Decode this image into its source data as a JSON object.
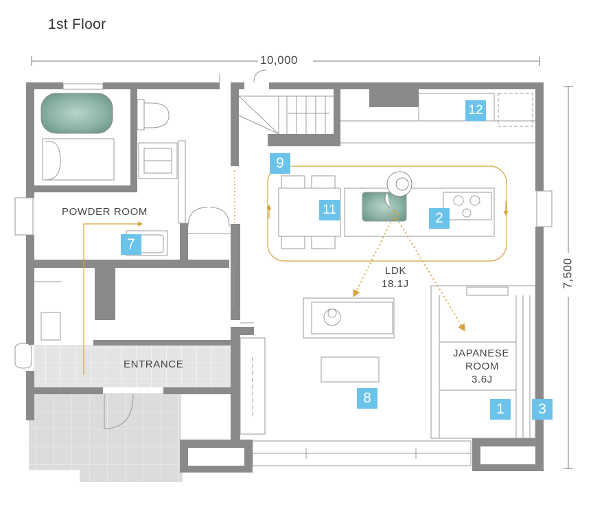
{
  "title": "1st Floor",
  "dimensions": {
    "width": "10,000",
    "depth": "7,500"
  },
  "rooms": {
    "powder_room": "POWDER ROOM",
    "entrance": "ENTRANCE",
    "ldk_name": "LDK",
    "ldk_size": "18.1J",
    "japanese_name_1": "JAPANESE",
    "japanese_name_2": "ROOM",
    "japanese_size": "3.6J"
  },
  "badges": [
    "1",
    "2",
    "3",
    "7",
    "8",
    "9",
    "11",
    "12"
  ],
  "colors": {
    "wall": "#888888",
    "badge": "#6cc3ea",
    "flow_arrow": "#d6a33c",
    "tile": "#e6e6e6",
    "line": "#999999"
  }
}
